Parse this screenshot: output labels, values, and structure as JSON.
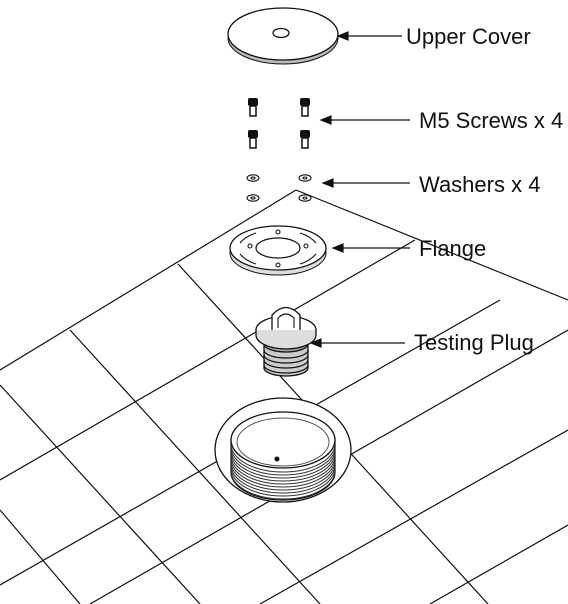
{
  "labels": {
    "upper_cover": "Upper Cover",
    "screws": "M5 Screws x 4",
    "washers": "Washers x 4",
    "flange": "Flange",
    "testing_plug": "Testing Plug"
  }
}
